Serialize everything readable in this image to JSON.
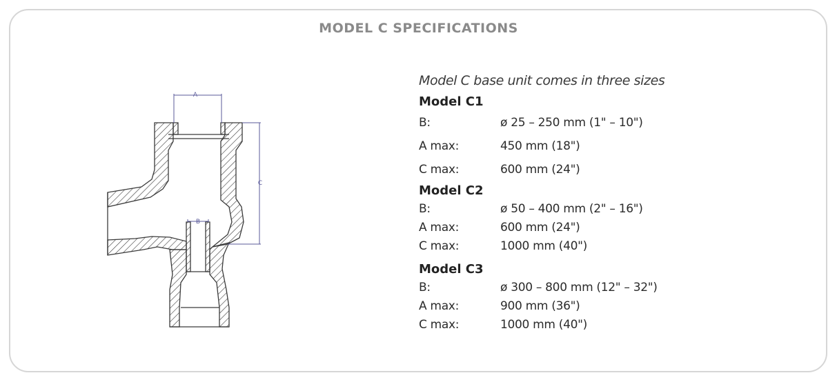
{
  "header": {
    "title": "MODEL C SPECIFICATIONS"
  },
  "diagram": {
    "labels": {
      "a": "A",
      "b": "B",
      "c": "C"
    },
    "colors": {
      "stroke": "#3a3a3a",
      "dimension": "#5a5a9a"
    }
  },
  "specs": {
    "intro": "Model C base unit comes in three sizes",
    "models": [
      {
        "name": "Model C1",
        "rows": [
          {
            "label": "B:",
            "value": "ø 25 – 250 mm (1\" – 10\")"
          },
          {
            "label": "A max:",
            "value": "450 mm (18\")"
          },
          {
            "label": "C max:",
            "value": "600 mm (24\")"
          }
        ]
      },
      {
        "name": "Model C2",
        "rows": [
          {
            "label": "B:",
            "value": "ø 50 – 400 mm (2\" – 16\")"
          },
          {
            "label": "A max:",
            "value": "600 mm (24\")"
          },
          {
            "label": "C max:",
            "value": "1000 mm (40\")"
          }
        ]
      },
      {
        "name": "Model C3",
        "rows": [
          {
            "label": "B:",
            "value": "ø 300 – 800 mm (12\" – 32\")"
          },
          {
            "label": "A max:",
            "value": "900 mm (36\")"
          },
          {
            "label": "C max:",
            "value": "1000 mm (40\")"
          }
        ]
      }
    ]
  }
}
